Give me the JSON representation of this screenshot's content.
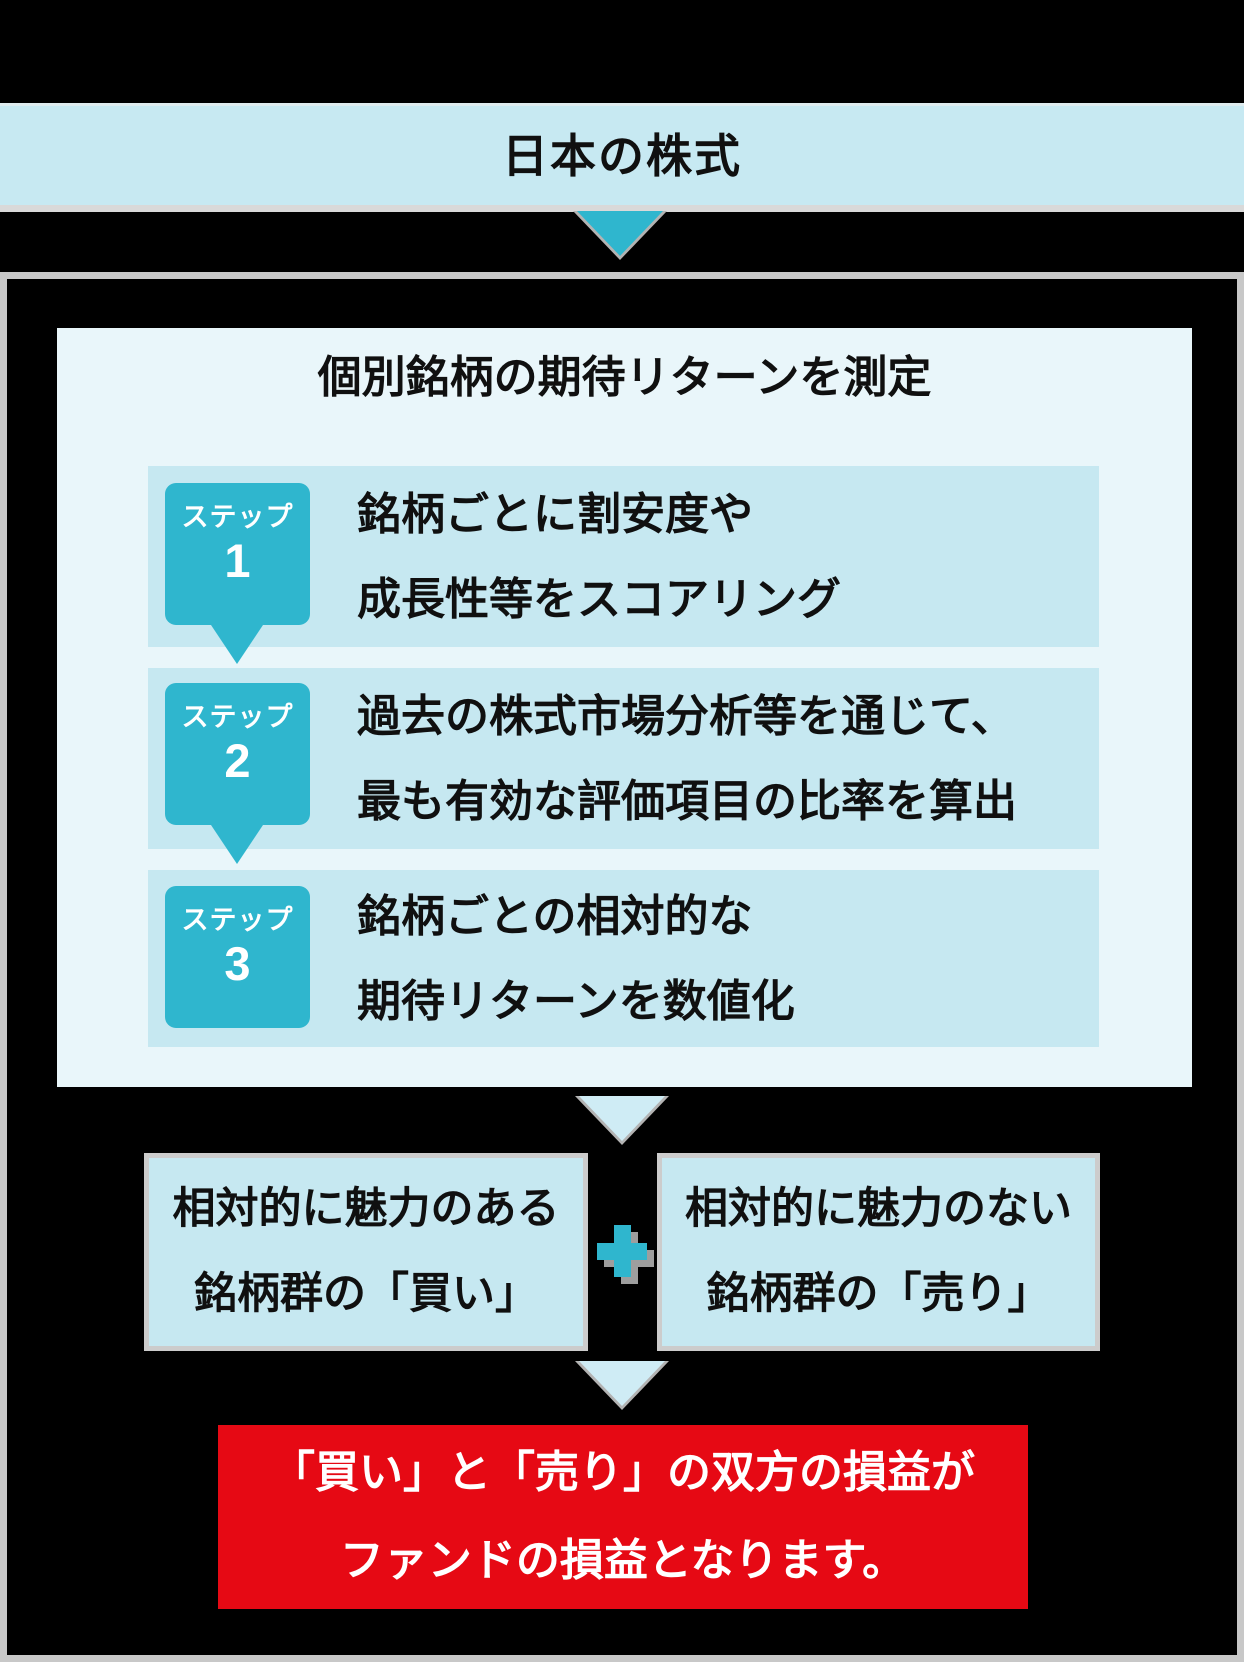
{
  "banner": {
    "title": "日本の株式"
  },
  "measure": {
    "title": "個別銘柄の期待リターンを測定",
    "steps": [
      {
        "badge_label": "ステップ",
        "badge_number": "1",
        "line1": "銘柄ごとに割安度や",
        "line2": "成長性等をスコアリング"
      },
      {
        "badge_label": "ステップ",
        "badge_number": "2",
        "line1": "過去の株式市場分析等を通じて、",
        "line2": "最も有効な評価項目の比率を算出"
      },
      {
        "badge_label": "ステップ",
        "badge_number": "3",
        "line1": "銘柄ごとの相対的な",
        "line2": "期待リターンを数値化"
      }
    ]
  },
  "buy_box": {
    "line1": "相対的に魅力のある",
    "line2": "銘柄群の「買い」"
  },
  "plus": "+",
  "sell_box": {
    "line1": "相対的に魅力のない",
    "line2": "銘柄群の「売り」"
  },
  "result": {
    "line1": "「買い」と「売り」の双方の損益が",
    "line2": "ファンドの損益となります。"
  },
  "colors": {
    "accent_teal": "#2fb6ce",
    "light_blue": "#c6e8f1",
    "pale_blue": "#e9f6fa",
    "banner_blue": "#c7e9f2",
    "arrow_light": "#cfecf5",
    "border_gray": "#c8c8c8",
    "result_red": "#e60914",
    "text_black": "#101010",
    "background": "#000000"
  }
}
